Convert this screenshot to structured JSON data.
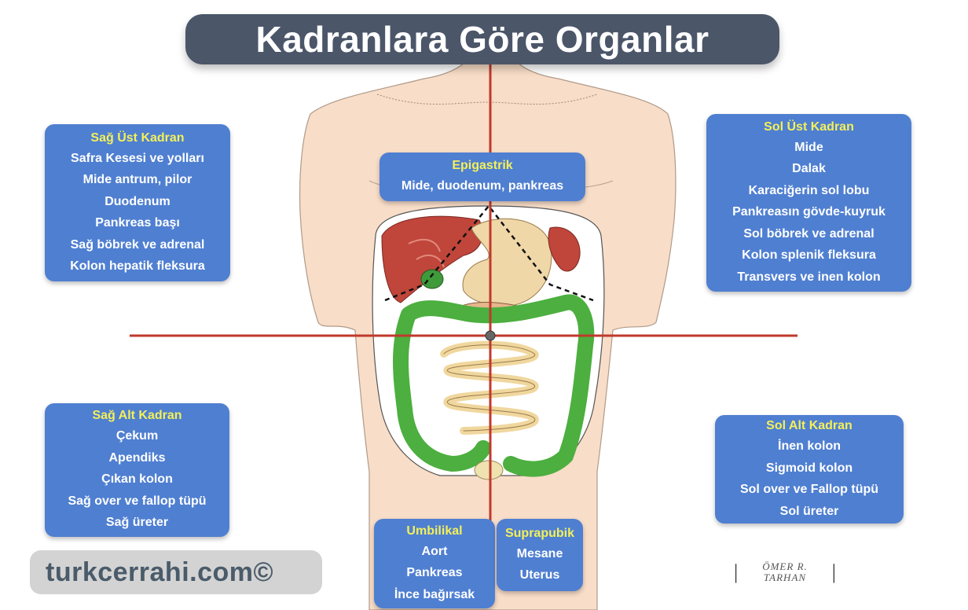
{
  "title": "Kadranlara Göre Organlar",
  "colors": {
    "title_bg": "#4b5669",
    "box_bg": "#4f7fd1",
    "header_text": "#f3f05a",
    "axis_line": "#c0392b",
    "skin": "#f8ddc8",
    "liver": "#c0453a",
    "colon": "#4caf3f",
    "small_intestine": "#f0d79e"
  },
  "regions": {
    "sag_ust": {
      "title": "Sağ Üst Kadran",
      "items": [
        "Safra Kesesi ve yolları",
        "Mide antrum, pilor",
        "Duodenum",
        "Pankreas başı",
        "Sağ böbrek ve adrenal",
        "Kolon hepatik fleksura"
      ]
    },
    "sol_ust": {
      "title": "Sol Üst Kadran",
      "items": [
        "Mide",
        "Dalak",
        "Karaciğerin sol lobu",
        "Pankreasın gövde-kuyruk",
        "Sol böbrek ve adrenal",
        "Kolon splenik fleksura",
        "Transvers ve inen kolon"
      ]
    },
    "epigastrik": {
      "title": "Epigastrik",
      "items": [
        "Mide, duodenum, pankreas"
      ]
    },
    "sag_alt": {
      "title": "Sağ Alt Kadran",
      "items": [
        "Çekum",
        "Apendiks",
        "Çıkan kolon",
        "Sağ over ve fallop tüpü",
        "Sağ üreter"
      ]
    },
    "sol_alt": {
      "title": "Sol Alt Kadran",
      "items": [
        "İnen kolon",
        "Sigmoid kolon",
        "Sol over ve Fallop tüpü",
        "Sol üreter"
      ]
    },
    "umbilikal": {
      "title": "Umbilikal",
      "items": [
        "Aort",
        "Pankreas",
        "İnce bağırsak"
      ]
    },
    "suprapubik": {
      "title": "Suprapubik",
      "items": [
        "Mesane",
        "Uterus"
      ]
    }
  },
  "watermark": "turkcerrahi.com©",
  "signature": {
    "line1": "ÖMER R.",
    "line2": "TARHAN"
  }
}
